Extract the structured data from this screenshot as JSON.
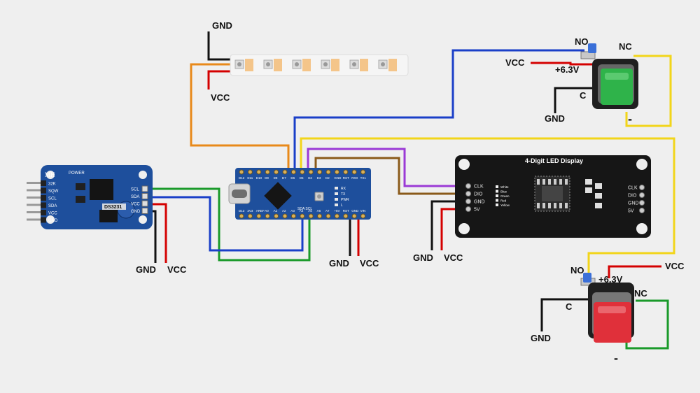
{
  "colors": {
    "background": "#efefef",
    "wire_black": "#111111",
    "wire_red": "#d40000",
    "wire_orange": "#e8891a",
    "wire_blue": "#1a3fc8",
    "wire_green": "#1a9a2a",
    "wire_yellow": "#f2d51a",
    "wire_purple": "#9b3ad6",
    "wire_brown": "#8a5a1a",
    "board_blue": "#1e4f9c",
    "display_black": "#161616",
    "button_green": "#2fb34a",
    "button_red": "#e0303a"
  },
  "labels": {
    "gnd": "GND",
    "vcc": "VCC",
    "no": "NO",
    "nc": "NC",
    "c": "C",
    "plus63": "+6.3V",
    "minus": "-"
  },
  "rtc": {
    "brand": "MH",
    "power": "POWER",
    "chip": "DS3231",
    "left_pins": [
      "32K",
      "SQW",
      "SCL",
      "SDA",
      "VCC",
      "GND"
    ],
    "right_pins": [
      "SCL",
      "SDA",
      "VCC",
      "GND"
    ]
  },
  "nano": {
    "top_pins": [
      "D12",
      "D11",
      "D10",
      "D9",
      "D8",
      "D7",
      "D6",
      "D5",
      "D4",
      "D3",
      "D2",
      "GND",
      "RST",
      "RX0",
      "TX1"
    ],
    "bottom_pins": [
      "D13",
      "3V3",
      "AREF",
      "A0",
      "A1",
      "A2",
      "A3",
      "A4",
      "A5",
      "A6",
      "A7",
      "+5V",
      "RST",
      "GND",
      "VIN"
    ],
    "leds": [
      "RX",
      "TX",
      "PWR",
      "L"
    ],
    "sda_scl": "SDA SCL"
  },
  "display": {
    "title": "4-Digit LED Display",
    "left_pins": [
      "CLK",
      "DIO",
      "GND",
      "5V"
    ],
    "right_pins": [
      "CLK",
      "DIO",
      "GND",
      "5V"
    ],
    "legend": [
      "White",
      "Blue",
      "Green",
      "Red",
      "Yellow"
    ]
  }
}
